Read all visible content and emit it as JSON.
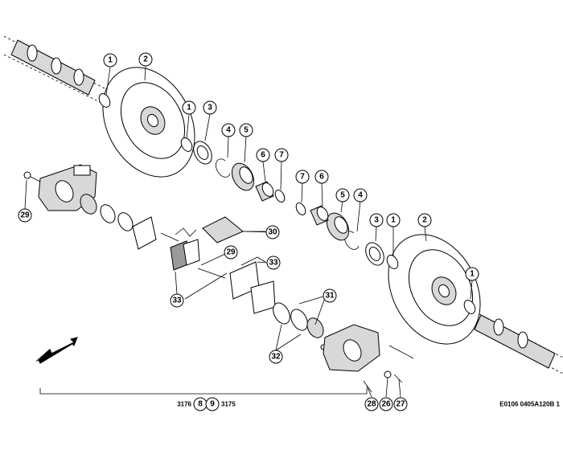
{
  "callouts": {
    "c1a": "1",
    "c2a": "2",
    "c1b": "1",
    "c3a": "3",
    "c4a": "4",
    "c5a": "5",
    "c6a": "6",
    "c7a": "7",
    "c7b": "7",
    "c6b": "6",
    "c5b": "5",
    "c4b": "4",
    "c3b": "3",
    "c1c": "1",
    "c2b": "2",
    "c1d": "1",
    "c29a": "29",
    "c30": "30",
    "c29b": "29",
    "c33a": "33",
    "c33b": "33",
    "c31": "31",
    "c32": "32",
    "c28": "28",
    "c26": "26",
    "c27": "27",
    "c8": "8",
    "c9": "9"
  },
  "footer": {
    "left_ref": "3176",
    "right_ref": "3175",
    "drawing_id": "E0106 0405A120B 1"
  },
  "icons": {
    "direction_arrow": "arrow-icon"
  }
}
